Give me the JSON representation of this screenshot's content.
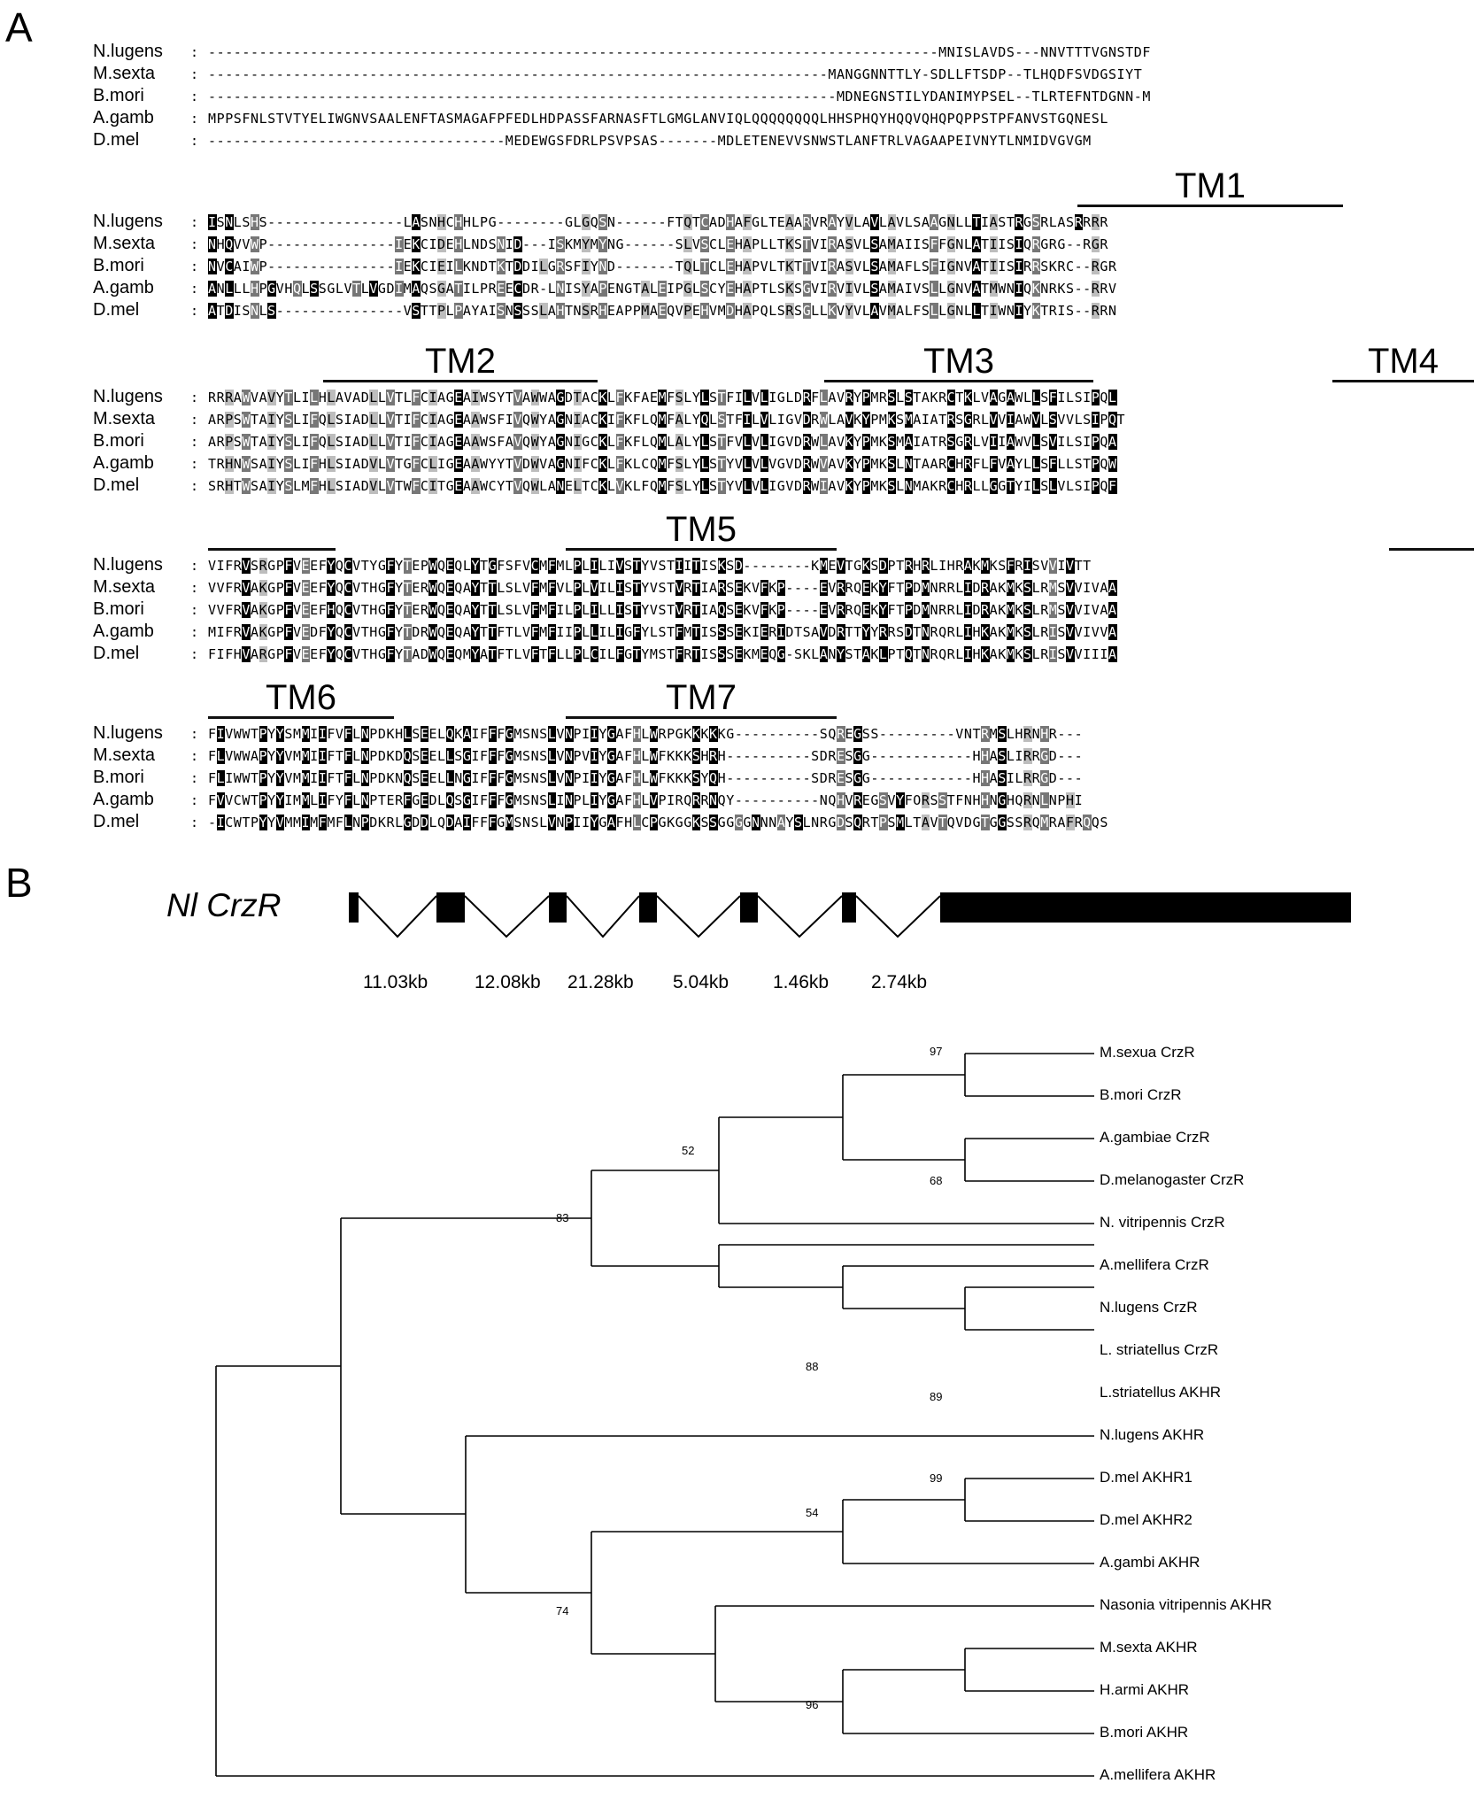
{
  "panel_labels": {
    "a": "A",
    "b": "B"
  },
  "species": [
    "N.lugens",
    "M.sexta",
    "B.mori",
    "A.gamb",
    "D.mel"
  ],
  "tm_labels": [
    "TM1",
    "TM2",
    "TM3",
    "TM4",
    "TM5",
    "TM6",
    "TM7"
  ],
  "alignment_blocks": [
    {
      "rows": [
        "--------------------------------------------------------------------------------------MNISLAVDS---NNVTTTVGNSTDF",
        "-------------------------------------------------------------------------MANGGNNTTLY-SDLLFTSDP--TLHQDFSVDGSIYT",
        "--------------------------------------------------------------------------MDNEGNSTILYDANIMYPSEL--TLRTEFNTDGNN-M",
        "MPPSFNLSTVTYELIWGNVSAALENFTASMAGAFPFEDLHDPASSFARNASFTLGMGLANVIQLQQQQQQQQLHHSPHQYHQQVQHQPQPPSTPFANVSTGQNESL",
        "-----------------------------------MEDEWGSFDRLPSVPSAS-------MDLETENEVVSNWSTLANFTRLVAGAAPEIVNYTLNMIDVGVGM"
      ]
    },
    {
      "rows": [
        "ISNLSHS----------------LASNHCHHLPG--------GLGQSN------FTQTCADHAFGLTEAARVRAYVLAVLAVLSAAGNLLTIASTRGSRLASRRRR",
        "NHQVVWP---------------IEKCIDEHLNDSNID---ISKMYMYNG------SLVSCLEHAPLLTKSTVIRASVLSAMAIISFFGNLATIISIQRGRG--RGR",
        "NVCAIWP---------------IEKCIEILKNDTKTDDILGRSFIYND-------TQLTCLEHAPVLTKTTVIRASVLSAMAFLSFIGNVATIISIRRSKRC--RGR",
        "ANLLLHPGVHQLSSGLVTLVGDIMAQSGATILPREECDR-LNISYAPENGTALEIPGLSCYEHAPTLSKSGVIRVIVLSAMAIVSLLGNVATMWNIQKNRKS--RRV",
        "ATDISNLS---------------VSTTPLPAYAISNSSSLAHTNSRHEAPPMAEQVPEHVMDHAPQLSRSGLLKVYVLAVMALFSLLGNLLTIWNIYKTRIS--RRN"
      ]
    },
    {
      "rows": [
        "RRRAWVAVYTLILHLAVADLLVTLFCIAGEAIWSYTVAWWAGDTACKLFKFAEMFSLYLSTFILVLIGLDRFLAVRYPMRSLSTAKRCTKLVAGAWLLSFILSIPQL",
        "ARPSWTAIYSLIFQLSIADLLVTIFCIAGEAAWSFIVQWYAGNIACKIFKFLQMFALYQLSTFILVLIGVDRWLAVKYPMKSMAIATRSGRLVVIAWVLSVVLSIPQT",
        "ARPSWTAIYSLIFQLSIADLLVTIFCIAGEAAWSFAVQWYAGNIGCKLFKFLQMLALYLSTFVLVLIGVDRWLAVKYPMKSMAIATRSGRLVIIAWVLSVILSIPQA",
        "TRHNWSAIYSLIFHLSIADVLVTGFCLIGEAAWYYTVDWVAGNIFCKLFKLCQMFSLYLSTYVLVLVGVDRWVAVKYPMKSLNTAARCHRFLFVAYLLSFLLSTPQW",
        "SRHTWSAIYSLMFHLSIADVLVTWFCITGEAAWCYTVQWLANELTCKLVKLFQMFSLYLSTYVLVLIGVDRWIAVKYPMKSLNMAKRCHRLLGGTYILSLVLSIPQF"
      ]
    },
    {
      "rows": [
        "VIFRVSRGPFVEEFYQCVTYGFYTEPWQEQLYTGFSFVCMFMLPLILIVSTYVSTIITISKSD--------KMEVTGKSDPTRHRLIHRAKMKSFRISVVIVTT",
        "VVFRVAKGPFVEEFYQCVTHGFYTERWQEQAYTTLSLVFMFVLPLVILISTYVSTVRTIARSEKVFKP----EVRRQEKYFTPDMNRRLIDRAKMKSLRMSVVIVAA",
        "VVFRVAKGPFVEEFHQCVTHGFYTERWQEQAYTTLSLVFMFILPLILLISTYVSTVRTIAQSEKVFKP----EVRRQEKYFTPDMNRRLIDRAKMKSLRMSVVIVAA",
        "MIFRVAKGPFVEDFYQCVTHGFYTDRWQEQAYTTFTLVFMFIIPLLILIGFYLSTFMTISSSEKIERIDTSAVDRTTYYRRSDTNRQRLIHKAKMKSLRISVVIVVA",
        "FIFHVARGPFVEEFYQCVTHGFYTADWQEQMYATFTLVFTFLLPLCILFGTYMSTFRTISSSEKMEQG-SKLANYSTAKLPTQTNRQRLIHKAKMKSLRISVVIIIA"
      ]
    },
    {
      "rows": [
        "FIVWWTPYYSMMIIFVFLNPDKHLSEELQKAIFFFGMSNSLVNPIIYGAFHLWRPGKKKKKG----------SQREGSS---------VNTRMSLHRNHR---",
        "FLVWWAPYYVMMIIFTFLNPDKDQSEELLSGIFFFGMSNSLVNPVIYGAFHLWFKKKSHRH----------SDRESGG------------HHASLIRRGD---",
        "FLIWWTPYYVMMIIFTFLNPDKNQSEELLNGIFFFGMSNSLVNPIIYGAFHLWFKKKSYQH----------SDRESGG------------HHASILRRGD---",
        "FVVCWTPYYIMMLIFYFLNPTERFGEDLQSGIFFFGMSNSLINPLIYGAFHLVPIRQRRNQY----------NQHVREGSVYFORSSTFNHHNGHQRNLNPHI",
        "-ICWTPYYVMMIMFMFLNPDKRLGDDLQDAIFFFGMSNSLVNPIIYGAFHLCPGKGGKSSGGGGNNNAYSLNRGDSQRTPSMLTAVTQVDGTGGSSRQMRAFRQQS"
      ]
    }
  ],
  "gene": {
    "name": "Nl CrzR",
    "introns": [
      "11.03kb",
      "12.08kb",
      "21.28kb",
      "5.04kb",
      "1.46kb",
      "2.74kb"
    ]
  },
  "tree": {
    "leaves": [
      "M.sexua CrzR",
      "B.mori CrzR",
      "A.gambiae CrzR",
      "D.melanogaster CrzR",
      "N. vitripennis CrzR",
      "A.mellifera CrzR",
      "N.lugens CrzR",
      "L. striatellus CrzR",
      "L.striatellus AKHR",
      "N.lugens AKHR",
      "D.mel AKHR1",
      "D.mel AKHR2",
      "A.gambi AKHR",
      "Nasonia vitripennis AKHR",
      "M.sexta AKHR",
      "H.armi AKHR",
      "B.mori AKHR",
      "A.mellifera AKHR"
    ],
    "bootstrap": [
      "97",
      "52",
      "68",
      "83",
      "88",
      "89",
      "99",
      "54",
      "74",
      "96"
    ]
  }
}
